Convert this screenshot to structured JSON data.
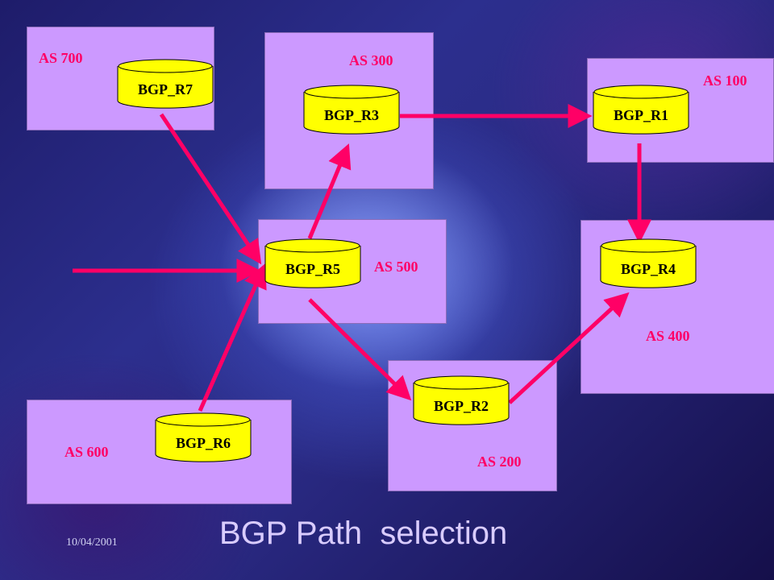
{
  "title": "BGP Path  selection",
  "date": "10/04/2001",
  "colors": {
    "as_box": "#cc99ff",
    "router_fill": "#ffff00",
    "arrow": "#ff0066",
    "as_label": "#ff0066"
  },
  "autonomous_systems": {
    "as700": "AS 700",
    "as300": "AS 300",
    "as100": "AS 100",
    "as500": "AS 500",
    "as400": "AS 400",
    "as600": "AS 600",
    "as200": "AS 200"
  },
  "routers": {
    "r7": "BGP_R7",
    "r3": "BGP_R3",
    "r1": "BGP_R1",
    "r5": "BGP_R5",
    "r4": "BGP_R4",
    "r2": "BGP_R2",
    "r6": "BGP_R6"
  },
  "links": [
    {
      "from": "external",
      "to": "BGP_R5"
    },
    {
      "from": "BGP_R7",
      "to": "BGP_R5"
    },
    {
      "from": "BGP_R6",
      "to": "BGP_R5"
    },
    {
      "from": "BGP_R5",
      "to": "BGP_R3"
    },
    {
      "from": "BGP_R3",
      "to": "BGP_R1"
    },
    {
      "from": "BGP_R1",
      "to": "BGP_R4"
    },
    {
      "from": "BGP_R5",
      "to": "BGP_R2"
    },
    {
      "from": "BGP_R2",
      "to": "BGP_R4"
    }
  ]
}
